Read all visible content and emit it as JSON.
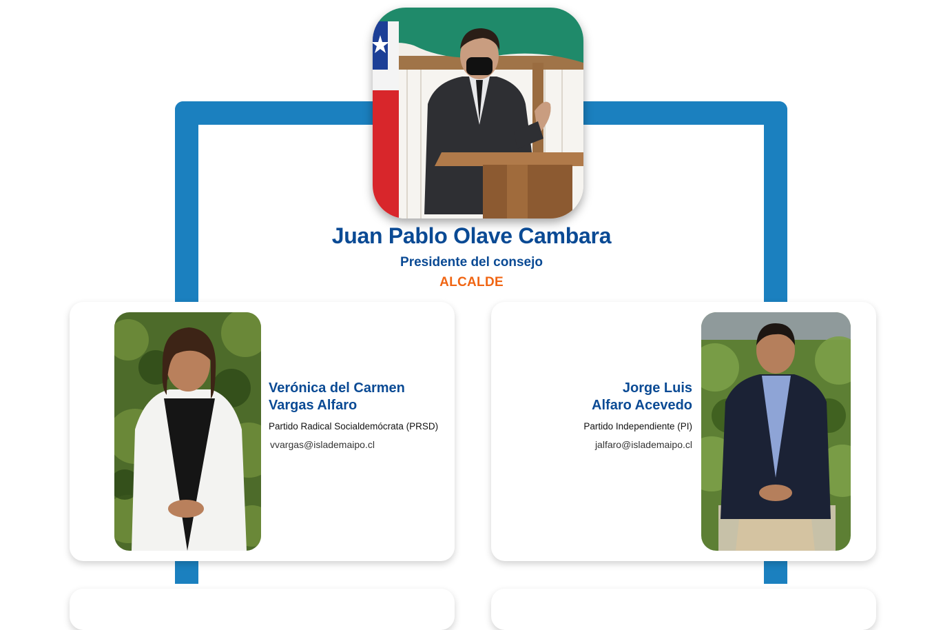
{
  "mayor": {
    "name": "Juan Pablo Olave Cambara",
    "role": "Presidente del consejo",
    "title": "ALCALDE"
  },
  "councilors": [
    {
      "name_line1": "Verónica del Carmen",
      "name_line2": "Vargas Alfaro",
      "party": "Partido Radical Socialdemócrata (PRSD)",
      "email": "vvargas@islademaipo.cl"
    },
    {
      "name_line1": "Jorge Luis",
      "name_line2": "Alfaro Acevedo",
      "party": "Partido Independiente (PI)",
      "email": "jalfaro@islademaipo.cl"
    }
  ],
  "colors": {
    "frame": "#1b80bf",
    "name": "#0a4a94",
    "accent": "#f06513"
  }
}
